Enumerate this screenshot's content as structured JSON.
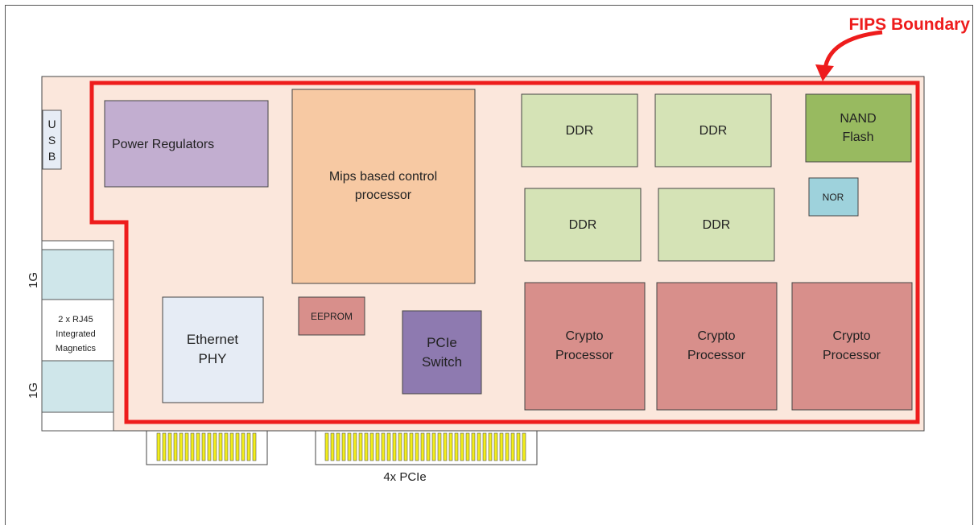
{
  "title": "FIPS Boundary",
  "colors": {
    "board": "#fbe7dc",
    "boundary": "#ee1c1c",
    "power": "#c2aed0",
    "cpu": "#f7c9a3",
    "ddr": "#d5e3b6",
    "nand": "#98ba60",
    "nor": "#9ed2dc",
    "crypto": "#d88f8b",
    "eeprom": "#d88f8b",
    "pcie_switch": "#8e7ab0",
    "ethernet": "#e6ecf5",
    "rj45": "#cfe6ea",
    "usb": "#e6ecf5",
    "pins": "#f2ee1a"
  },
  "components": {
    "usb_lines": [
      "U",
      "S",
      "B"
    ],
    "power_regulators": "Power Regulators",
    "cpu_lines": [
      "Mips based control",
      "processor"
    ],
    "ddr": [
      "DDR",
      "DDR",
      "DDR",
      "DDR"
    ],
    "nand_lines": [
      "NAND",
      "Flash"
    ],
    "nor": "NOR",
    "eeprom": "EEPROM",
    "ethernet_lines": [
      "Ethernet",
      "PHY"
    ],
    "pcie_switch_lines": [
      "PCIe",
      "Switch"
    ],
    "crypto": [
      [
        "Crypto",
        "Processor"
      ],
      [
        "Crypto",
        "Processor"
      ],
      [
        "Crypto",
        "Processor"
      ]
    ],
    "port_top": "1G",
    "port_bottom": "1G",
    "rj45_lines": [
      "2 x RJ45",
      "Integrated",
      "Magnetics"
    ],
    "pcie_label": "4x PCIe"
  }
}
